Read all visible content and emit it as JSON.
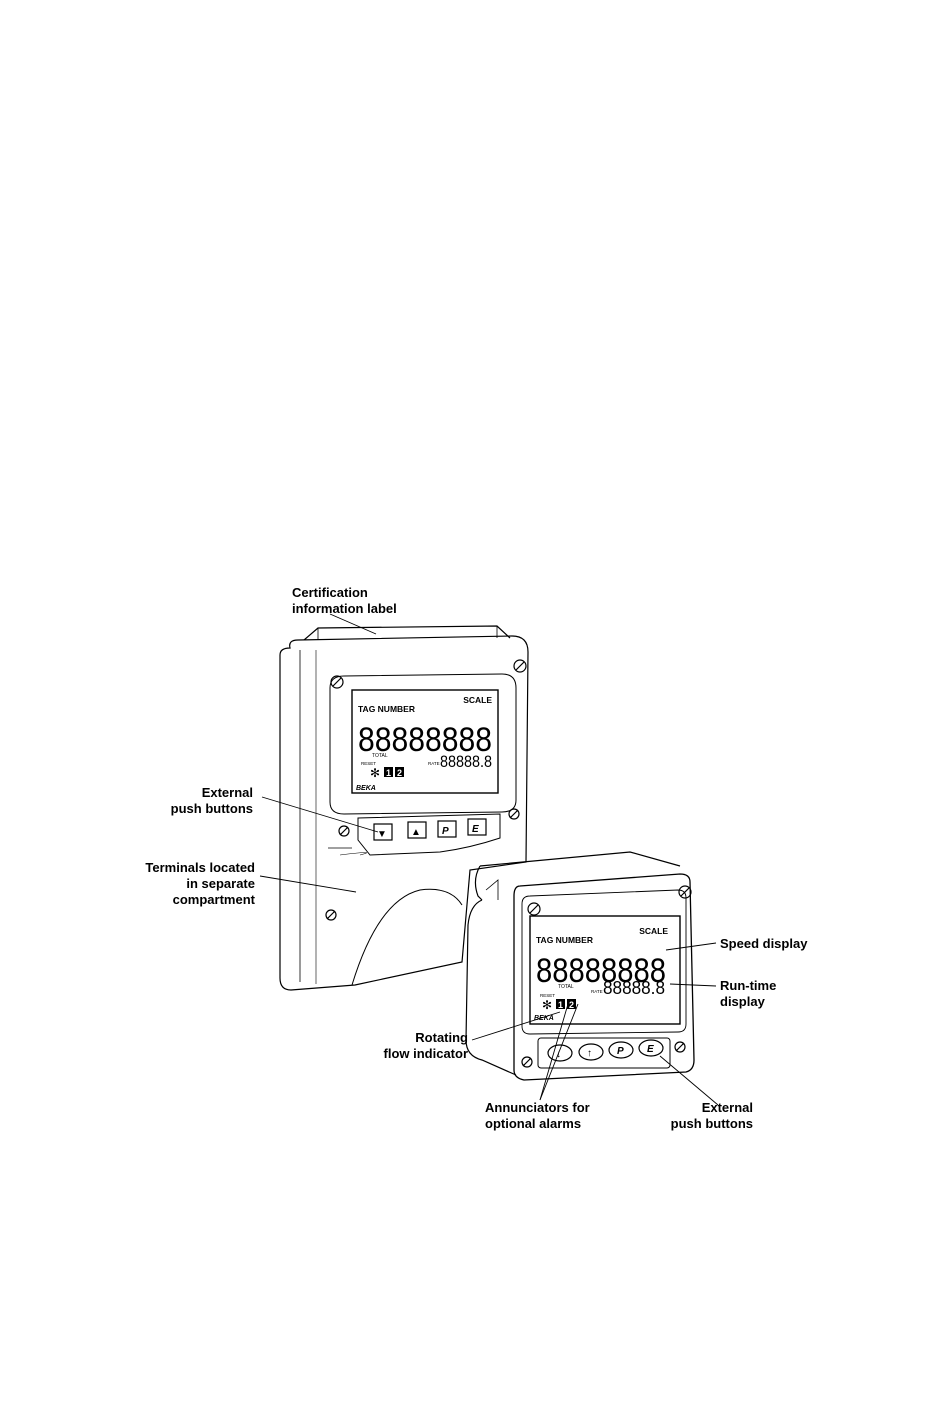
{
  "callouts": {
    "cert_label": "Certification\ninformation label",
    "push_buttons_left": "External\npush buttons",
    "terminals": "Terminals located\nin separate\ncompartment",
    "speed_display": "Speed display",
    "runtime_display": "Run-time\ndisplay",
    "flow_indicator": "Rotating\nflow indicator",
    "annunciators": "Annunciators for\noptional alarms",
    "push_buttons_right": "External\npush buttons"
  },
  "display": {
    "tag_number": "TAG NUMBER",
    "scale": "SCALE",
    "main_digits": "88888888",
    "total": "TOTAL",
    "reset": "RESET",
    "rate": "RATE",
    "rate_digits": "88888.8",
    "alarm1": "1",
    "alarm2": "2",
    "brand": "BEKA"
  },
  "buttons_large": {
    "down": "▼",
    "up": "▲",
    "p": "P",
    "e": "E"
  },
  "buttons_small": {
    "down": "↓",
    "up": "↑",
    "p": "P",
    "e": "E"
  },
  "colors": {
    "ink": "#000000",
    "panel": "#ffffff"
  }
}
